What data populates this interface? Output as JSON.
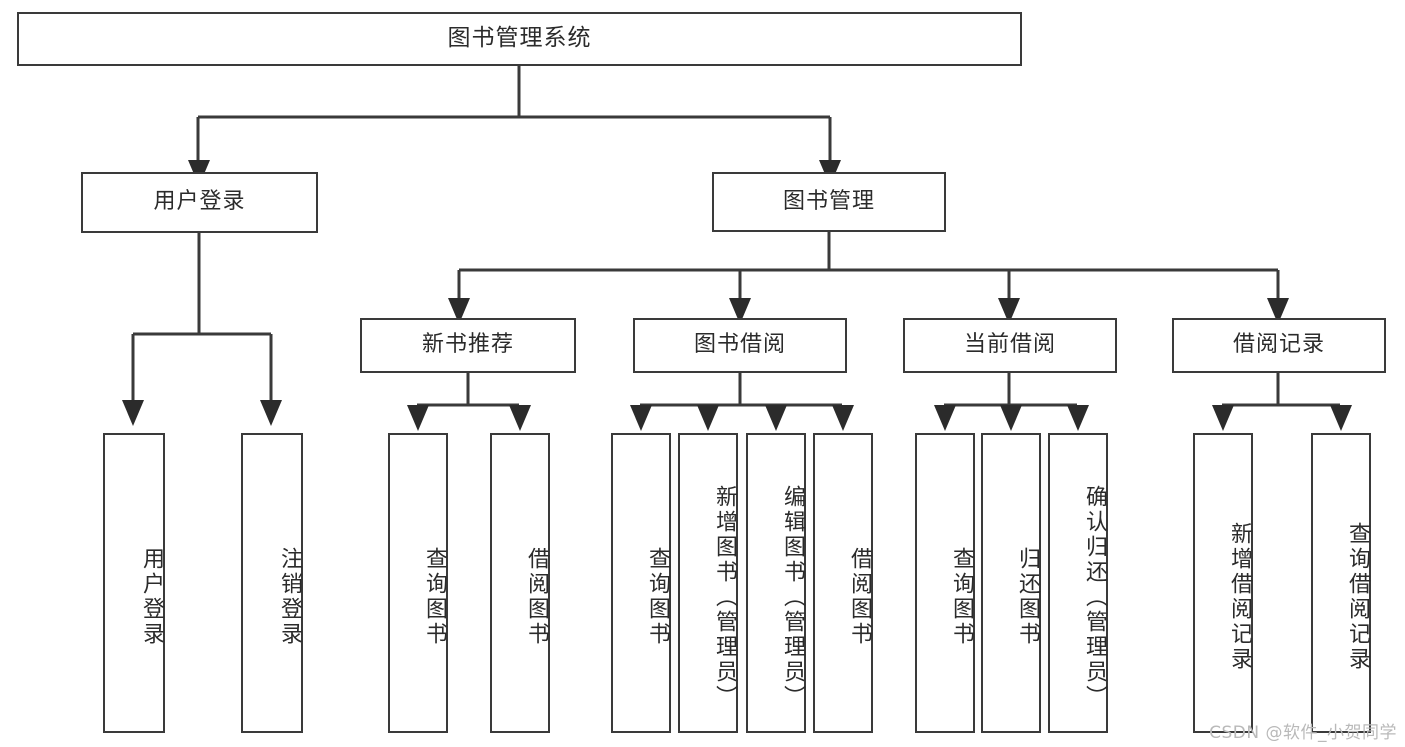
{
  "diagram": {
    "title": "图书管理系统",
    "type": "tree",
    "root": {
      "label": "图书管理系统"
    },
    "level2": [
      {
        "label": "用户登录"
      },
      {
        "label": "图书管理"
      }
    ],
    "level3": [
      {
        "label": "新书推荐"
      },
      {
        "label": "图书借阅"
      },
      {
        "label": "当前借阅"
      },
      {
        "label": "借阅记录"
      }
    ],
    "leaves": {
      "user_login": [
        {
          "label": "用户登录"
        },
        {
          "label": "注销登录"
        }
      ],
      "new_book_recommend": [
        {
          "label": "查询图书"
        },
        {
          "label": "借阅图书"
        }
      ],
      "book_borrow": [
        {
          "label": "查询图书"
        },
        {
          "label": "新增图书（管理员）"
        },
        {
          "label": "编辑图书（管理员）"
        },
        {
          "label": "借阅图书"
        }
      ],
      "current_borrow": [
        {
          "label": "查询图书"
        },
        {
          "label": "归还图书"
        },
        {
          "label": "确认归还（管理员）"
        }
      ],
      "borrow_record": [
        {
          "label": "新增借阅记录"
        },
        {
          "label": "查询借阅记录"
        }
      ]
    },
    "colors": {
      "stroke": "#3a3a3a",
      "box_fill": "#ffffff",
      "text": "#2b2b2b",
      "watermark": "#b9b9b9"
    }
  },
  "watermark": {
    "text": "CSDN @软件_小贺同学"
  }
}
